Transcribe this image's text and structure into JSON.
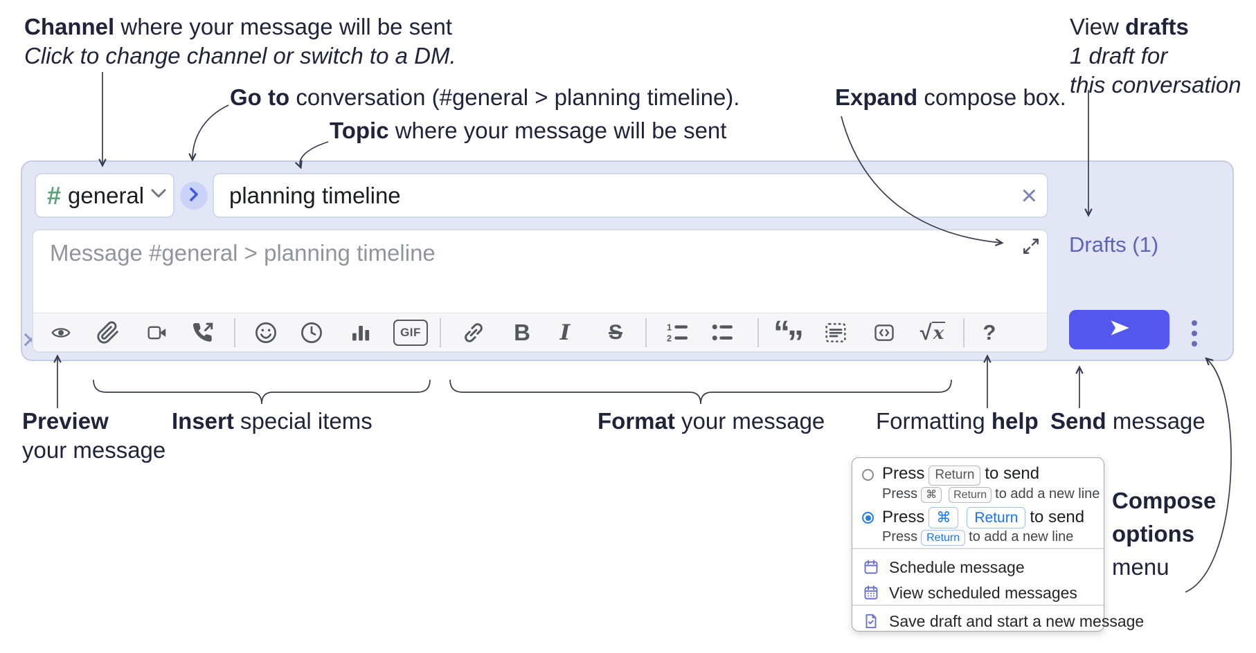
{
  "colors": {
    "accent_send": "#5457ee",
    "drafts_link": "#5d63bb",
    "compose_bg": "#e3e6f4",
    "channel_hash_green": "#57a578",
    "go_circle_bg": "#c9d4f8",
    "go_circle_chevron": "#4257e8",
    "radio_selected_blue": "#2180e8",
    "keycap_blue": "#1a73e8",
    "menu_icon_purple": "#6a6fc9",
    "annotation_text": "#20243a",
    "toolbar_icon_gray": "#56575b"
  },
  "annotations": {
    "channel_line1_bold": "Channel",
    "channel_line1_rest": " where your message will be sent",
    "channel_line2_italic": "Click to change channel or switch to a DM.",
    "goto_bold": "Go to",
    "goto_rest": " conversation (#general > planning timeline).",
    "topic_bold": "Topic",
    "topic_rest": " where your message will be sent",
    "expand_bold": "Expand",
    "expand_rest": " compose box.",
    "view_drafts_pre": "View ",
    "view_drafts_bold": "drafts",
    "view_drafts_line2": "1 draft for",
    "view_drafts_line3": "this conversation",
    "preview_bold": "Preview",
    "preview_line2": "your message",
    "insert_bold": "Insert",
    "insert_rest": " special items",
    "format_bold": "Format",
    "format_rest": " your message",
    "help_pre": "Formatting ",
    "help_bold": "help",
    "send_bold": "Send",
    "send_rest": " message",
    "compose_options_line1": "Compose",
    "compose_options_line2": "options",
    "compose_options_line3": "menu"
  },
  "composer": {
    "channel_hash": "#",
    "channel_name": "general",
    "topic_value": "planning timeline",
    "message_placeholder": "Message #general > planning timeline",
    "drafts_label": "Drafts (1)",
    "close_x": "×",
    "clear_x": "×"
  },
  "toolbar": {
    "gif_label": "GIF",
    "bold_label": "B",
    "italic_label": "I",
    "strike_label": "S",
    "quote_open": "“",
    "quote_close": "”",
    "sqrt_radical": "√",
    "sqrt_x": "x",
    "help_label": "?"
  },
  "options_menu": {
    "option1": {
      "press": "Press",
      "key_return": "Return",
      "to_send": "to send",
      "sub_press": "Press",
      "sub_key_cmd": "⌘",
      "sub_key_return": "Return",
      "sub_rest": "to add a new line"
    },
    "option2": {
      "press": "Press",
      "key_cmd": "⌘",
      "key_return": "Return",
      "to_send": "to send",
      "sub_press": "Press",
      "sub_key_return": "Return",
      "sub_rest": "to add a new line"
    },
    "items": [
      "Schedule message",
      "View scheduled messages",
      "Save draft and start a new message"
    ]
  }
}
